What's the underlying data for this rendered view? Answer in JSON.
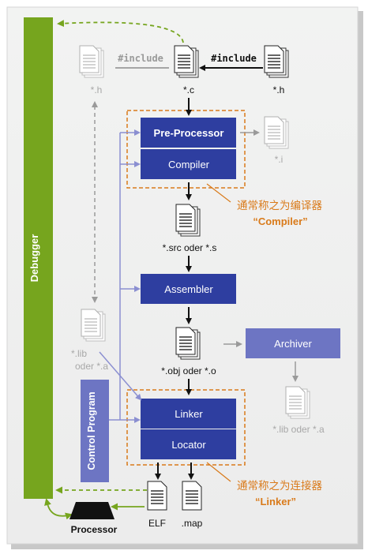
{
  "debugger": {
    "label": "Debugger"
  },
  "control_program": {
    "label": "Control Program"
  },
  "files": {
    "h_left": "*.h",
    "c": "*.c",
    "h_right": "*.h",
    "i": "*.i",
    "src": "*.src oder *.s",
    "lib_left_line1": "*.lib",
    "lib_left_line2": "oder *.a",
    "obj": "*.obj oder *.o",
    "lib_right": "*.lib oder *.a",
    "elf": "ELF",
    "map": ".map"
  },
  "include": {
    "left": "#include",
    "right": "#include"
  },
  "boxes": {
    "preprocessor": "Pre-Processor",
    "compiler": "Compiler",
    "assembler": "Assembler",
    "archiver": "Archiver",
    "linker": "Linker",
    "locator": "Locator"
  },
  "processor": {
    "label": "Processor"
  },
  "annotations": {
    "compiler_line1": "通常称之为编译器",
    "compiler_line2": "“Compiler”",
    "linker_line1": "通常称之为连接器",
    "linker_line2": "“Linker”"
  },
  "colors": {
    "green": "#76a51e",
    "box_dark": "#2e3ea0",
    "box_light": "#6d75c3",
    "orange": "#d97a1a",
    "purple_line": "#8b8fd1"
  }
}
